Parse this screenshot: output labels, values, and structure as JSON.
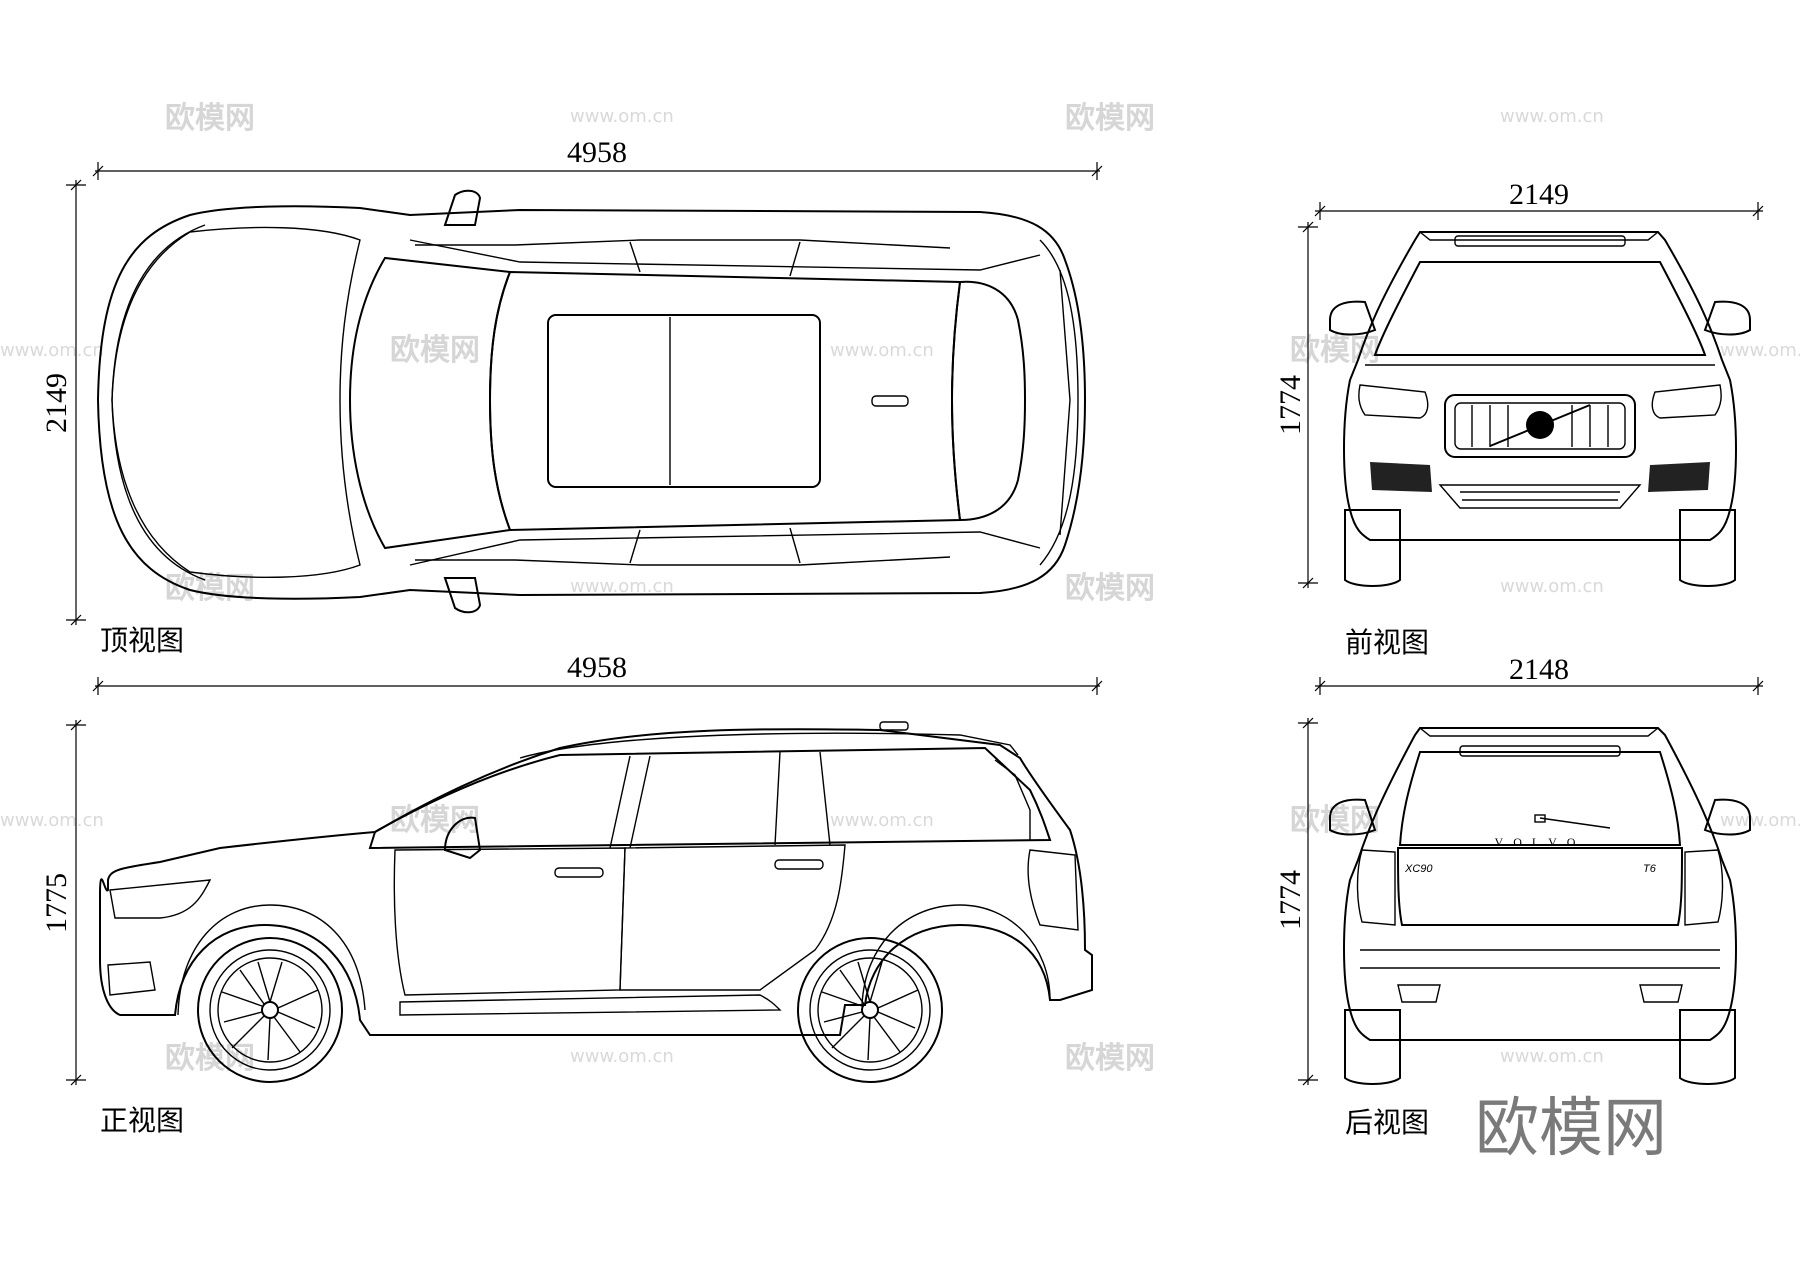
{
  "watermark": {
    "brand": "欧模网",
    "url": "www.om.cn",
    "logo": "欧模网"
  },
  "views": {
    "top": {
      "caption": "顶视图",
      "length": "4958",
      "width": "2149"
    },
    "side": {
      "caption": "正视图",
      "length": "4958",
      "height": "1775"
    },
    "front": {
      "caption": "前视图",
      "width": "2149",
      "height": "1774"
    },
    "rear": {
      "caption": "后视图",
      "width": "2148",
      "height": "1774",
      "badge_brand": "VOLVO",
      "badge_model": "XC90",
      "badge_trim": "T6"
    }
  }
}
